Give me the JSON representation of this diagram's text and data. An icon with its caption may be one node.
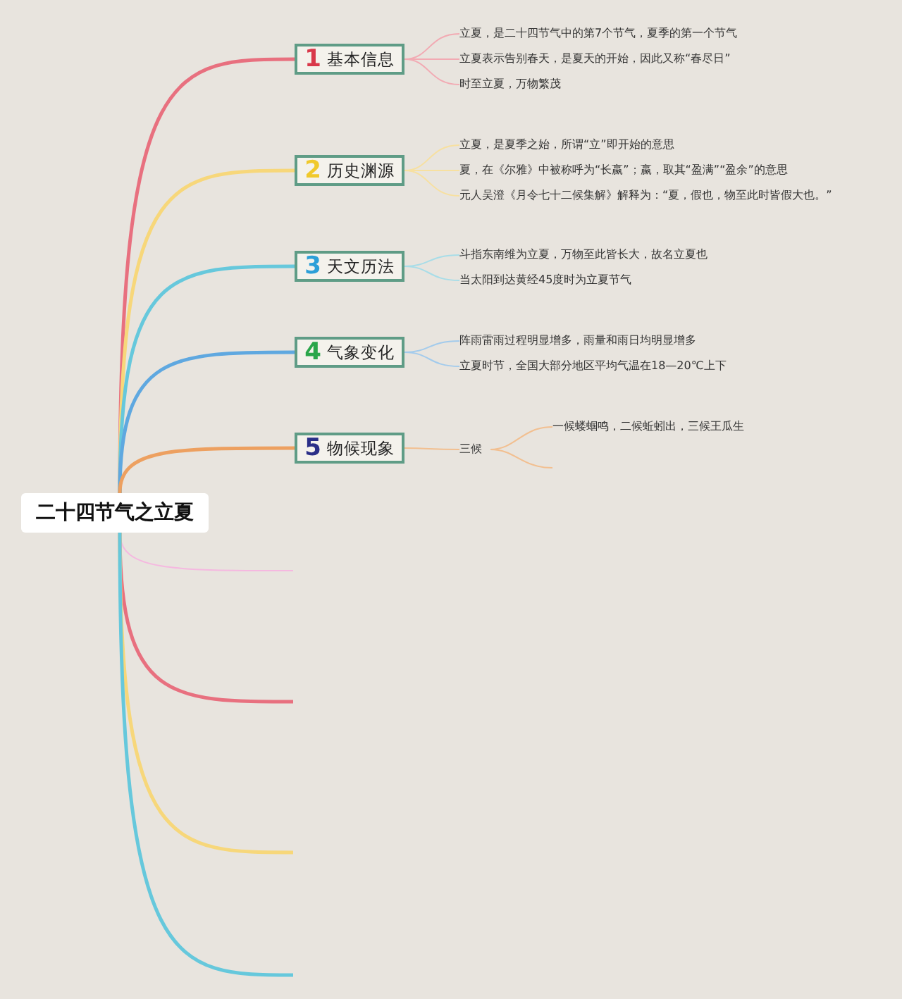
{
  "diagram": {
    "nodes": [
      {
        "text": [
          "二十四节气之立夏"
        ]
      },
      {
        "text": [
          "1",
          "基本信息"
        ]
      },
      {
        "text": [
          "立夏，是二十四节气中的第7个节气，夏季的第一个节气"
        ]
      },
      {
        "text": [
          "立夏表示告别春天，是夏天的开始，因此又称“春尽日”"
        ]
      },
      {
        "text": [
          "时至立夏，万物繁茂"
        ]
      },
      {
        "text": [
          "2",
          "历史渊源"
        ]
      },
      {
        "text": [
          "立夏，是夏季之始，所谓“立”即开始的意思"
        ]
      },
      {
        "text": [
          "夏，在《尔雅》中被称呼为“长嬴”；嬴，取其“盈满”“盈余”的意思"
        ]
      },
      {
        "text": [
          "元人吴澄《月令七十二候集解》解释为：“夏，假也，物至此时皆假大也。”"
        ]
      },
      {
        "text": [
          "3",
          "天文历法"
        ]
      },
      {
        "text": [
          "斗指东南维为立夏，万物至此皆长大，故名立夏也"
        ]
      },
      {
        "text": [
          "当太阳到达黄经45度时为立夏节气"
        ]
      },
      {
        "text": [
          "4",
          "气象变化"
        ]
      },
      {
        "text": [
          "阵雨雷雨过程明显增多，雨量和雨日均明显增多"
        ]
      },
      {
        "text": [
          "立夏时节，全国大部分地区平均气温在18—20℃上下"
        ]
      },
      {
        "text": [
          "5",
          "物候现象"
        ]
      },
      {
        "text": [
          "三候"
        ]
      },
      {
        "text": [
          "一候蝼蝈鸣，二候蚯蚓出，三候王瓜生"
        ]
      }
    ],
    "edges": [
      {
        "from": 0,
        "to": 1,
        "arrow": "none",
        "style": "thick",
        "color": "#e8707f"
      },
      {
        "from": 1,
        "to": 2,
        "arrow": "none",
        "color": "#f2aab3"
      },
      {
        "from": 1,
        "to": 3,
        "arrow": "none",
        "color": "#f2aab3"
      },
      {
        "from": 1,
        "to": 4,
        "arrow": "none",
        "color": "#f2aab3"
      },
      {
        "from": 0,
        "to": 5,
        "arrow": "none",
        "style": "thick",
        "color": "#f7d77a"
      },
      {
        "from": 5,
        "to": 6,
        "arrow": "none",
        "color": "#f7e0a0"
      },
      {
        "from": 5,
        "to": 7,
        "arrow": "none",
        "color": "#f7e0a0"
      },
      {
        "from": 5,
        "to": 8,
        "arrow": "none",
        "color": "#f7e0a0"
      },
      {
        "from": 0,
        "to": 9,
        "arrow": "none",
        "style": "thick",
        "color": "#66c8dc"
      },
      {
        "from": 9,
        "to": 10,
        "arrow": "none",
        "color": "#a8dde8"
      },
      {
        "from": 9,
        "to": 11,
        "arrow": "none",
        "color": "#a8dde8"
      },
      {
        "from": 0,
        "to": 12,
        "arrow": "none",
        "style": "thick",
        "color": "#5fa8e0"
      },
      {
        "from": 12,
        "to": 13,
        "arrow": "none",
        "color": "#a3cbec"
      },
      {
        "from": 12,
        "to": 14,
        "arrow": "none",
        "color": "#a3cbec"
      },
      {
        "from": 0,
        "to": 15,
        "arrow": "none",
        "style": "thick",
        "color": "#eda060"
      },
      {
        "from": 15,
        "to": 16,
        "arrow": "none",
        "color": "#f2bf90"
      },
      {
        "from": 16,
        "to": 17,
        "arrow": "none",
        "color": "#f2bf90"
      },
      {
        "from": 16,
        "to": null,
        "arrow": "none",
        "color": "#f2bf90"
      },
      {
        "from": 0,
        "to": null,
        "arrow": "none",
        "color": "#f5b8e0"
      },
      {
        "from": 0,
        "to": null,
        "arrow": "none",
        "style": "thick",
        "color": "#e8707f"
      },
      {
        "from": 0,
        "to": null,
        "arrow": "none",
        "style": "thick",
        "color": "#f7d77a"
      },
      {
        "from": 0,
        "to": null,
        "arrow": "none",
        "style": "thick",
        "color": "#66c8dc"
      }
    ]
  }
}
